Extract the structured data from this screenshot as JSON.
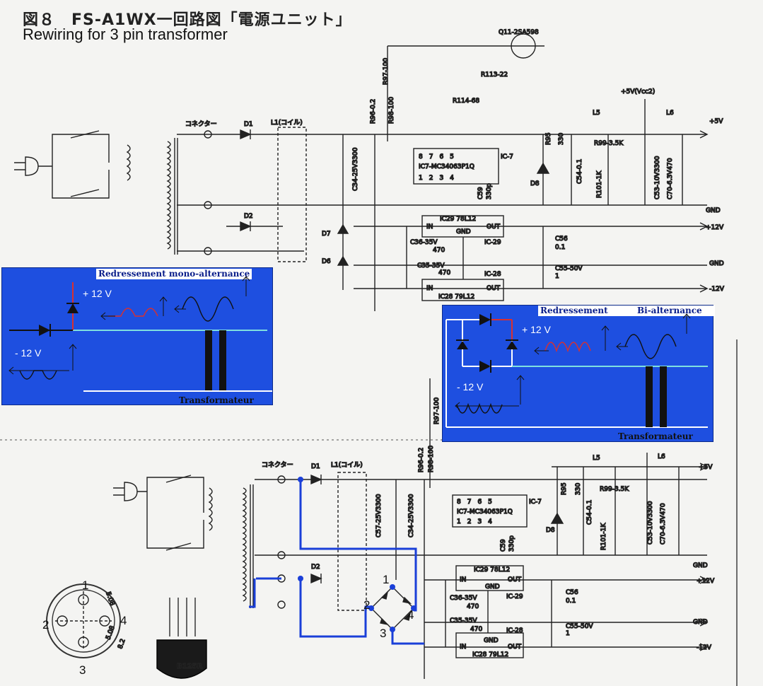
{
  "header": {
    "title_jp": "図８　FS-A1WX一回路図「電源ユニット」",
    "subtitle": "Rewiring for 3 pin transformer"
  },
  "schematic": {
    "labels": {
      "connector": "コネクター",
      "coil": "L1(コイル)",
      "d1": "D1",
      "d2": "D2",
      "d6": "D6",
      "d7": "D7",
      "d8": "D8",
      "q11": "Q11-2SA598",
      "r97": "R97-100",
      "r113": "R113-22",
      "r114": "R114-68",
      "r96": "R96-0.2",
      "r98": "R98-100",
      "r95": "R95",
      "r95v": "330",
      "r99": "R99-3.5K",
      "r101": "R101-1K",
      "vcc2": "+5V(Vcc2)",
      "l5": "L5",
      "l6": "L6",
      "plus5v": "+5V",
      "ic7": "IC7-MC34063P1Q",
      "ic7tag": "IC-7",
      "ic7pins_top": "8　7　6　5",
      "ic7pins_bottom": "1　2　3　4",
      "c57": "C57-25V3300",
      "c34": "C34-25V3300",
      "c59": "C59",
      "c59v": "330p",
      "c54": "C54-0.1",
      "c53": "C53-10V3300",
      "c70": "C70-6.3V470",
      "gnd": "GND",
      "plus12v": "+12V",
      "minus12v": "-12V",
      "ic29": "IC29 78L12",
      "ic29tag": "IC-29",
      "ic28": "IC28 79L12",
      "ic28tag": "IC-28",
      "in": "IN",
      "out": "OUT",
      "gndpin": "GND",
      "c36": "C36-35V",
      "c36v": "470",
      "c35": "C35-35V",
      "c35v": "470",
      "c56": "C56",
      "c56v": "0.1",
      "c55": "C55-50V",
      "c55v": "1",
      "pin1": "1",
      "pin2": "2",
      "pin3": "3",
      "pin4": "4",
      "bridge_part": "B125R",
      "dim1": "5.08",
      "dim2": "5.08",
      "dim3": "8.2"
    },
    "bridge_pins": [
      "1",
      "2",
      "3",
      "4"
    ],
    "colors": {
      "rewire": "#1a3fd8",
      "panel": "#1e4fe0",
      "ink": "#111111",
      "red_wire": "#d83030",
      "cyan_wire": "#7fe0e0"
    }
  },
  "panel_mono": {
    "title": "Redressement mono-alternance",
    "plus12": "+ 12 V",
    "minus12": "- 12 V",
    "footer": "Transformateur"
  },
  "panel_bi": {
    "title_left": "Redressement",
    "title_right": "Bi-alternance",
    "plus12": "+ 12 V",
    "minus12": "- 12 V",
    "footer": "Transformateur"
  },
  "bridge_pinout": {
    "pins": [
      "1",
      "2",
      "3",
      "4"
    ]
  }
}
